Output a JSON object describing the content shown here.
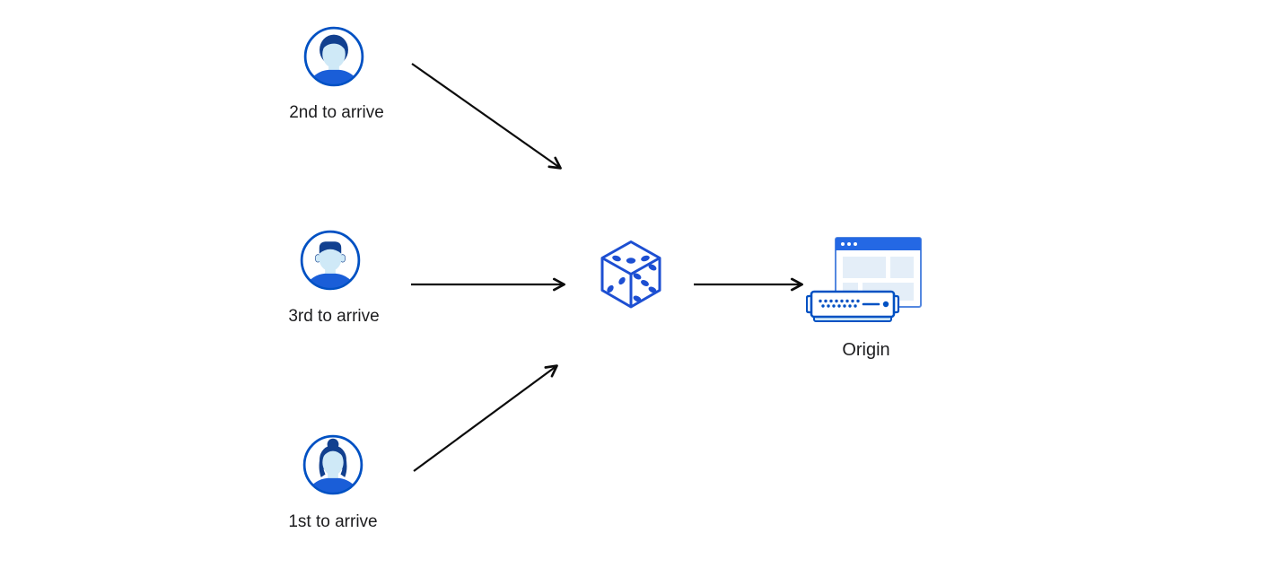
{
  "clients": [
    {
      "label": "2nd to arrive",
      "icon": "avatar-man-side-part-icon"
    },
    {
      "label": "3rd to arrive",
      "icon": "avatar-man-flat-top-icon"
    },
    {
      "label": "1st to arrive",
      "icon": "avatar-woman-bun-icon"
    }
  ],
  "randomizer": {
    "icon": "dice-icon",
    "pips": {
      "top_face": 3,
      "left_face": 2,
      "right_face": 5
    }
  },
  "origin": {
    "label": "Origin",
    "icon": "origin-browser-server-icon",
    "browser_titlebar_dots": 3
  },
  "colors": {
    "primary_blue": "#0051c3",
    "dice_blue": "#1d4fd2",
    "titlebar_blue": "#2468e4",
    "hair_navy": "#12408f",
    "skin_light_blue": "#cfe9f7",
    "shirt_blue": "#1a5ed8",
    "panel_light_blue": "#e4eef8",
    "tray_light_blue": "#cfe7f7",
    "arrow_black": "#0c0c0c",
    "background": "#ffffff",
    "label_text": "#1d1d1f"
  }
}
